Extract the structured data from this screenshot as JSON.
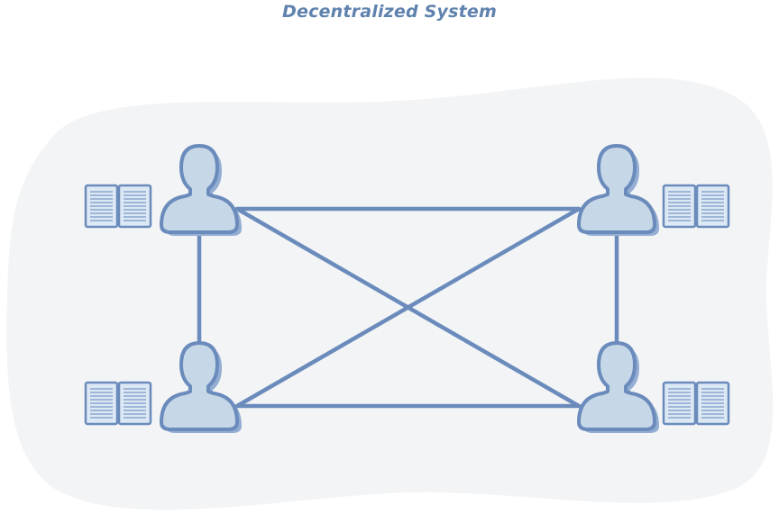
{
  "title": "Decentralized System",
  "colors": {
    "title": "#5f82ae",
    "background_blob": "#f2f4f6",
    "line": "#6a8bbb",
    "user_fill": "#c6d7e7",
    "user_stroke": "#6a8bbb",
    "user_shadow": "#93aed2",
    "ledger_fill": "#dce8f4",
    "ledger_stroke": "#6a8bbb",
    "ledger_text_lines": "#8aa6cd"
  },
  "nodes": [
    {
      "id": "node-top-left",
      "icon": "user-icon",
      "ledger_icon": "ledger-book-icon",
      "ledger_side": "left"
    },
    {
      "id": "node-top-right",
      "icon": "user-icon",
      "ledger_icon": "ledger-book-icon",
      "ledger_side": "right"
    },
    {
      "id": "node-bottom-left",
      "icon": "user-icon",
      "ledger_icon": "ledger-book-icon",
      "ledger_side": "left"
    },
    {
      "id": "node-bottom-right",
      "icon": "user-icon",
      "ledger_icon": "ledger-book-icon",
      "ledger_side": "right"
    }
  ],
  "connections": [
    {
      "from": "node-top-left",
      "to": "node-top-right"
    },
    {
      "from": "node-bottom-left",
      "to": "node-bottom-right"
    },
    {
      "from": "node-top-left",
      "to": "node-bottom-left"
    },
    {
      "from": "node-top-right",
      "to": "node-bottom-right"
    },
    {
      "from": "node-top-left",
      "to": "node-bottom-right"
    },
    {
      "from": "node-top-right",
      "to": "node-bottom-left"
    }
  ]
}
